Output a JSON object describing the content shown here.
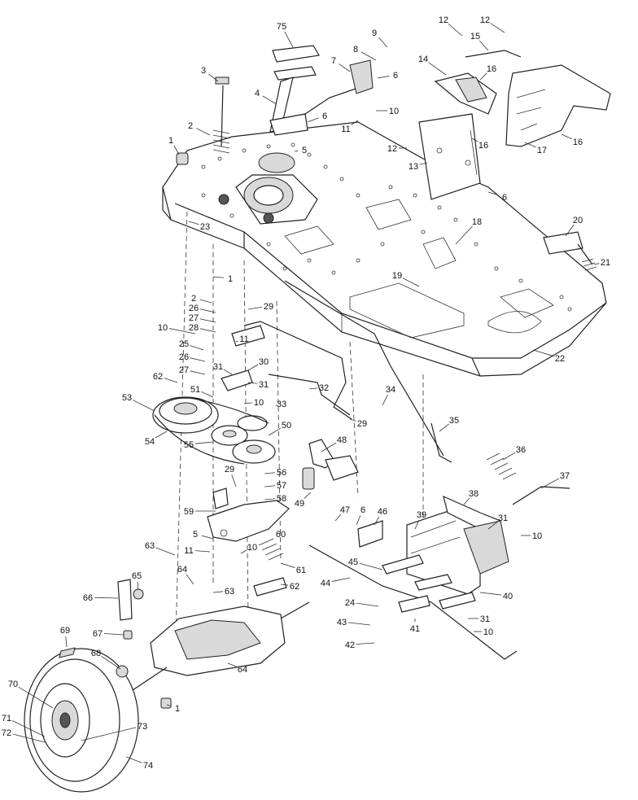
{
  "diagram": {
    "colors": {
      "ink": "#222222",
      "paper": "#ffffff",
      "shade": "#d9d9d9"
    },
    "part_numbers": [
      "1",
      "2",
      "3",
      "4",
      "5",
      "6",
      "7",
      "8",
      "9",
      "10",
      "11",
      "12",
      "13",
      "14",
      "15",
      "16",
      "17",
      "18",
      "19",
      "20",
      "21",
      "22",
      "23",
      "24",
      "25",
      "26",
      "27",
      "28",
      "29",
      "30",
      "31",
      "32",
      "33",
      "34",
      "35",
      "36",
      "37",
      "38",
      "39",
      "40",
      "41",
      "42",
      "43",
      "44",
      "45",
      "46",
      "47",
      "48",
      "49",
      "50",
      "51",
      "53",
      "54",
      "55",
      "56",
      "57",
      "58",
      "59",
      "60",
      "61",
      "62",
      "63",
      "64",
      "65",
      "66",
      "67",
      "68",
      "69",
      "70",
      "71",
      "72",
      "73",
      "74",
      "75"
    ]
  }
}
